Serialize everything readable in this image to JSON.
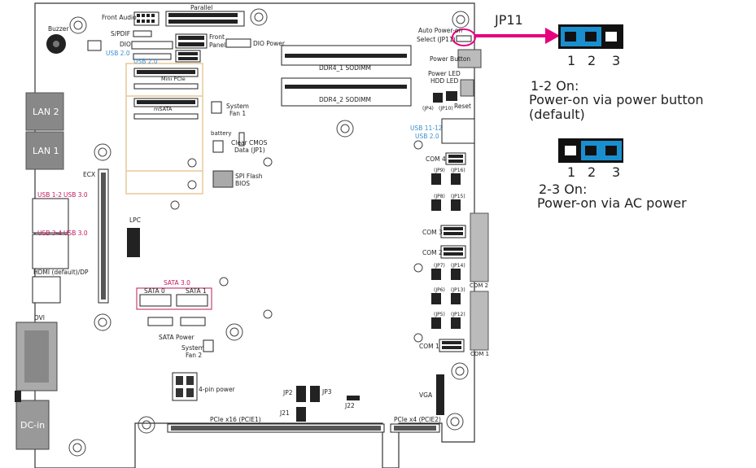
{
  "board": {
    "front_audio": "Front Audio",
    "parallel": "Parallel",
    "buzzer": "Buzzer",
    "spdif": "S/PDIF",
    "dio": "DIO",
    "front_panel_1": "Front",
    "front_panel_2": "Panel",
    "dio_power": "DIO Power",
    "usb20_a": "USB 2.0",
    "usb20_b": "USB 2.0",
    "ddr4_1": "DDR4_1 SODIMM",
    "ddr4_2": "DDR4_2 SODIMM",
    "auto_power_1": "Auto Power-on",
    "auto_power_2": "Select (JP11)",
    "power_button": "Power Button",
    "power_led": "Power LED",
    "hdd_led": "HDD LED",
    "reset": "Reset",
    "jp4": "(JP4)",
    "jp10": "(JP10)",
    "lan2": "LAN 2",
    "lan1": "LAN 1",
    "mini_pcie": "Mini PCIe",
    "msata": "mSATA",
    "system_fan1_1": "System",
    "system_fan1_2": "Fan 1",
    "battery": "battery",
    "clear_cmos_1": "Clear CMOS",
    "clear_cmos_2": "Data (JP1)",
    "spi_flash_1": "SPI Flash",
    "spi_flash_2": "BIOS",
    "usb_11_12": "USB 11-12",
    "usb20_c": "USB 2.0",
    "com4": "COM 4",
    "ecx": "ECX",
    "usb12": "USB 1-2",
    "usb30_a": "USB 3.0",
    "usb34": "USB 3-4",
    "usb30_b": "USB 3.0",
    "lpc": "LPC",
    "jp9": "(JP9)",
    "jp16": "(JP16)",
    "jp8": "(JP8)",
    "jp15": "(JP15)",
    "com3": "COM 3",
    "com2": "COM 2",
    "com2_side": "COM 2",
    "hdmi": "HDMI (default)/DP",
    "sata30": "SATA 3.0",
    "sata0": "SATA 0",
    "sata1": "SATA 1",
    "jp7": "(JP7)",
    "jp14": "(JP14)",
    "jp6": "(JP6)",
    "jp13": "(JP13)",
    "jp5": "(JP5)",
    "jp12": "(JP12)",
    "dvi": "DVI",
    "sata_power": "SATA Power",
    "system_fan2_1": "System",
    "system_fan2_2": "Fan 2",
    "com1": "COM 1",
    "com1_side": "COM 1",
    "four_pin_power": "4-pin power",
    "jp2": "JP2",
    "jp3": "JP3",
    "j22": "J22",
    "j21": "J21",
    "vga": "VGA",
    "dc_in": "DC-in",
    "pcie_x16": "PCIe x16 (PCIE1)",
    "pcie_x4": "PCIe x4 (PCIE2)"
  },
  "legend": {
    "title": "JP11",
    "pin_1": "1",
    "pin_2": "2",
    "pin_3": "3",
    "setting_a_title": "1-2 On:",
    "setting_a_line1": "Power-on via power button",
    "setting_a_line2": "(default)",
    "setting_b_title": "2-3 On:",
    "setting_b_line1": "Power-on via AC power"
  },
  "colors": {
    "highlight": "#e6007e",
    "jumper_cap": "#1a8fd0",
    "usb2": "#3a8fd0",
    "usb3": "#c2185b",
    "board_line": "#333333",
    "slot_outline": "#e8c99a"
  }
}
